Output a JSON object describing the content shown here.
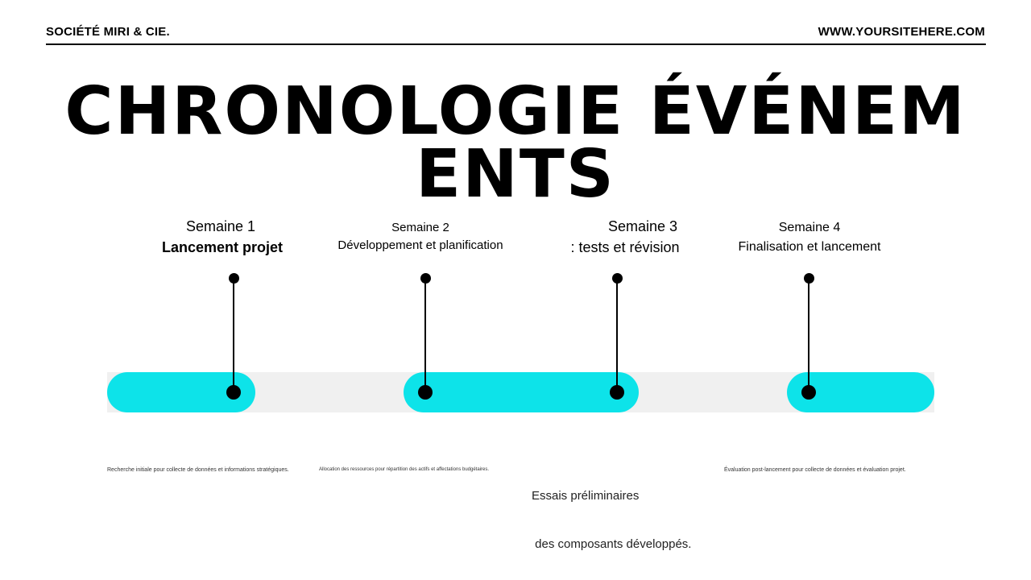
{
  "header": {
    "company": "SOCIÉTÉ MIRI & CIE.",
    "website": "WWW.YOURSITEHERE.COM"
  },
  "title": "CHRONOLOGIE ÉVÉNEMENTS",
  "colors": {
    "accent": "#0de3e9",
    "track": "#f0f0f0",
    "text": "#000000"
  },
  "weeks": [
    {
      "label": "Semaine 1",
      "subtitle": "Lancement projet",
      "description": "Recherche initiale pour collecte de données et informations stratégiques."
    },
    {
      "label": "Semaine 2",
      "subtitle": "Développement et planification",
      "description": "Allocation des ressources pour répartition des actifs et affectations budgétaires."
    },
    {
      "label": "Semaine 3",
      "subtitle": ": tests et révision",
      "description_line1": "Essais préliminaires",
      "description_line2": " des composants développés."
    },
    {
      "label": "Semaine 4",
      "subtitle": "Finalisation et lancement",
      "description": "Évaluation post-lancement pour collecte de données et évaluation projet."
    }
  ]
}
